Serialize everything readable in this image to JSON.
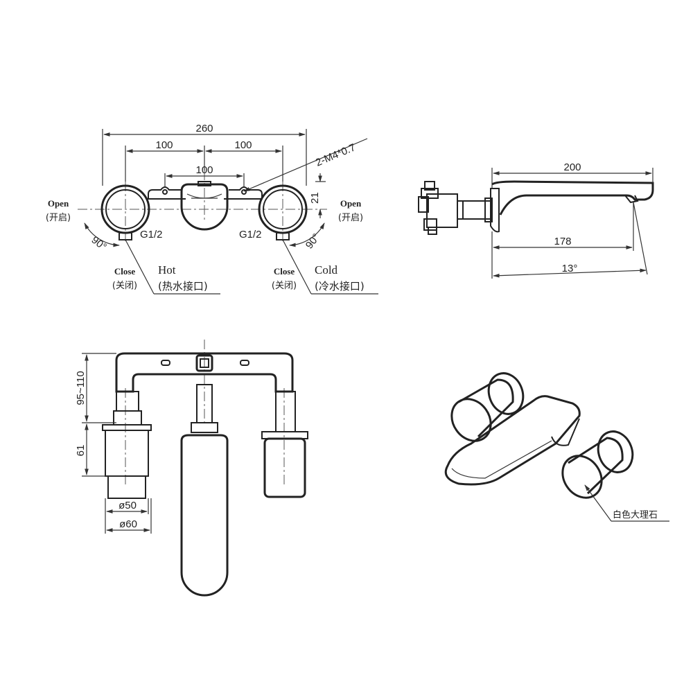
{
  "front_view": {
    "dim_total": "260",
    "dim_left": "100",
    "dim_right": "100",
    "dim_center": "100",
    "dim_height": "21",
    "thread_note": "2-M4*0.7",
    "left_open_en": "Open",
    "left_open_cn": "(开启)",
    "right_open_en": "Open",
    "right_open_cn": "(开启)",
    "left_angle": "90°",
    "right_angle": "90°",
    "left_thread": "G1/2",
    "right_thread": "G1/2",
    "left_close_en": "Close",
    "left_close_cn": "(关闭)",
    "right_close_en": "Close",
    "right_close_cn": "(关闭)",
    "hot_en": "Hot",
    "hot_cn": "(热水接口)",
    "cold_en": "Cold",
    "cold_cn": "(冷水接口)"
  },
  "side_view": {
    "dim_top": "200",
    "dim_mid": "178",
    "dim_angle": "13°"
  },
  "plan_view": {
    "dim_range": "95~110",
    "dim_height": "61",
    "dia_inner": "ø50",
    "dia_outer": "ø60"
  },
  "iso_view": {
    "material_label": "白色大理石"
  }
}
